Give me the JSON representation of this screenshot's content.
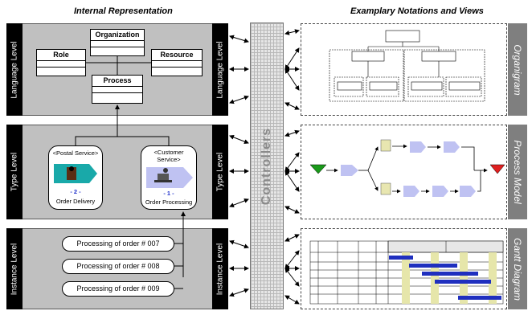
{
  "headers": {
    "left": "Internal Representation",
    "right": "Examplary Notations and Views"
  },
  "levels": {
    "language": "Language Level",
    "type": "Type Level",
    "instance": "Instance Level"
  },
  "entities": {
    "organization": "Organization",
    "role": "Role",
    "resource": "Resource",
    "process": "Process"
  },
  "services": [
    {
      "title": "<Postal Service>",
      "number": "- 2 -",
      "name": "Order Delivery"
    },
    {
      "title": "<Customer Service>",
      "number": "- 1 -",
      "name": "Order Processing"
    }
  ],
  "instances": [
    "Processing of order # 007",
    "Processing of order # 008",
    "Processing of order # 009"
  ],
  "controllers": "Controllers",
  "views": {
    "organigram": "Organigram",
    "process_model": "Process Model",
    "gantt": "Gantt Diagram"
  },
  "colors": {
    "panel": "#c0c0c0",
    "level_bar": "#000000",
    "view_bar": "#7f7f7f",
    "start_event": "#1a9a1a",
    "end_event": "#e02020",
    "gantt_bar": "#1f2fbf"
  }
}
